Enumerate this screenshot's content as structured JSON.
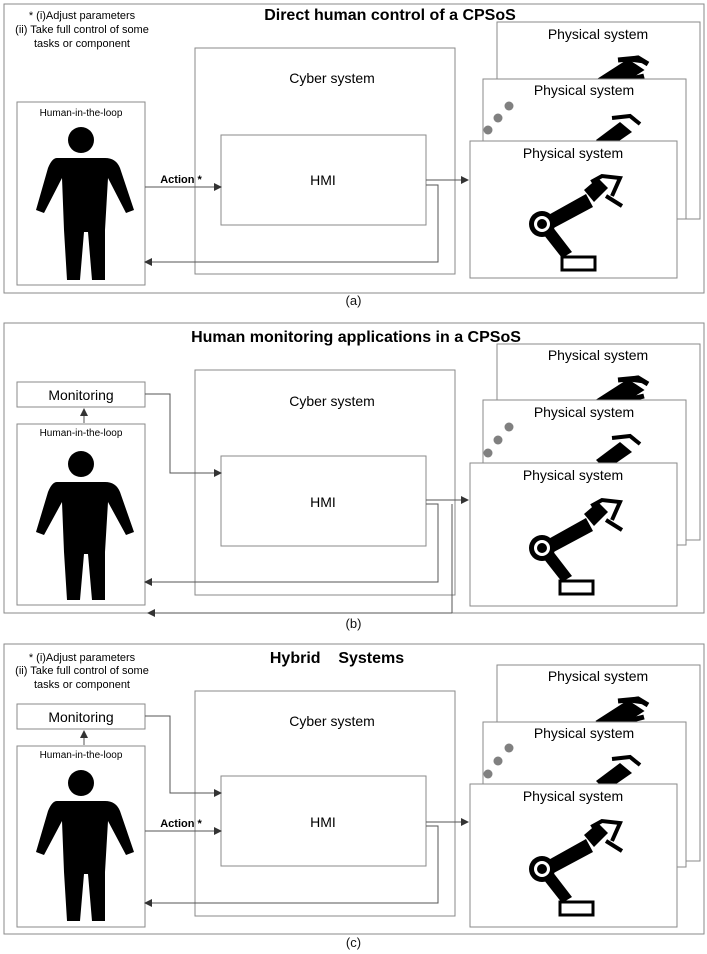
{
  "panels": [
    {
      "title": "Direct human control of a CPSoS",
      "caption": "(a)",
      "note_line1": "* (i)Adjust parameters",
      "note_line2": "(ii) Take full control of some",
      "note_line3": "tasks or component",
      "human_label": "Human-in-the-loop",
      "cyber_label": "Cyber system",
      "hmi_label": "HMI",
      "action_label": "Action *",
      "physical_labels": [
        "Physical system",
        "Physical system",
        "Physical system"
      ]
    },
    {
      "title": "Human monitoring applications in a CPSoS",
      "caption": "(b)",
      "monitoring_label": "Monitoring",
      "human_label": "Human-in-the-loop",
      "cyber_label": "Cyber system",
      "hmi_label": "HMI",
      "physical_labels": [
        "Physical system",
        "Physical system",
        "Physical system"
      ]
    },
    {
      "title": "Hybrid    Systems",
      "caption": "(c)",
      "note_line1": "* (i)Adjust parameters",
      "note_line2": "(ii) Take full control of some",
      "note_line3": "tasks or component",
      "monitoring_label": "Monitoring",
      "human_label": "Human-in-the-loop",
      "cyber_label": "Cyber system",
      "hmi_label": "HMI",
      "action_label": "Action *",
      "physical_labels": [
        "Physical system",
        "Physical system",
        "Physical system"
      ]
    }
  ],
  "colors": {
    "stroke": "#8a8a8a",
    "figure": "#000000",
    "dots": "#808080"
  }
}
